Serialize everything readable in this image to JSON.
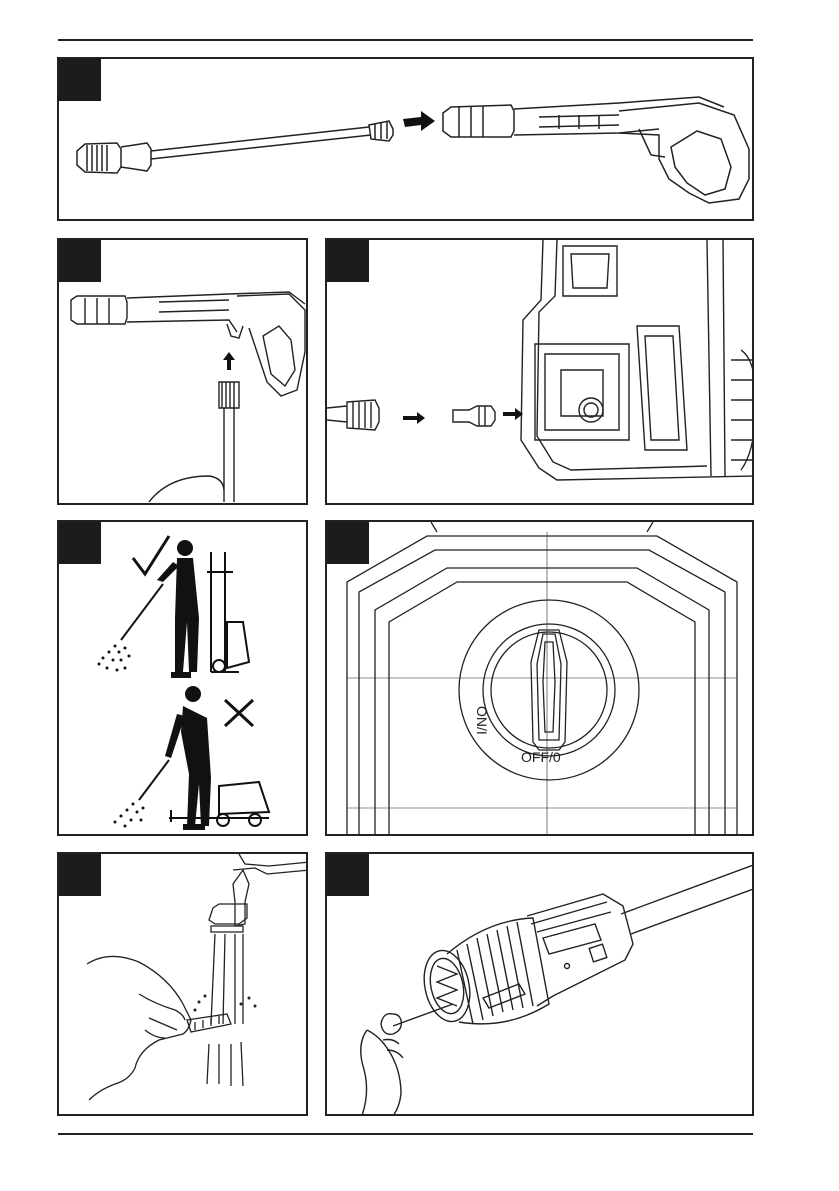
{
  "page": {
    "panels": [
      {
        "id": "panel-1",
        "subject": "attach-lance-to-gun"
      },
      {
        "id": "panel-2",
        "subject": "connect-hose-to-gun"
      },
      {
        "id": "panel-3",
        "subject": "connect-garden-hose-to-inlet"
      },
      {
        "id": "panel-4",
        "subject": "correct-and-incorrect-posture"
      },
      {
        "id": "panel-5",
        "subject": "power-switch-dial"
      },
      {
        "id": "panel-6",
        "subject": "clean-inlet-filter"
      },
      {
        "id": "panel-7",
        "subject": "clean-nozzle-with-needle"
      }
    ]
  },
  "dial": {
    "on_label": "ON/I",
    "off_label": "OFF/0"
  },
  "icons": {
    "arrow": "arrow-right-icon",
    "check": "check-mark-icon",
    "cross": "cross-mark-icon"
  },
  "colors": {
    "line": "#222222",
    "badge": "#1c1c1c"
  }
}
